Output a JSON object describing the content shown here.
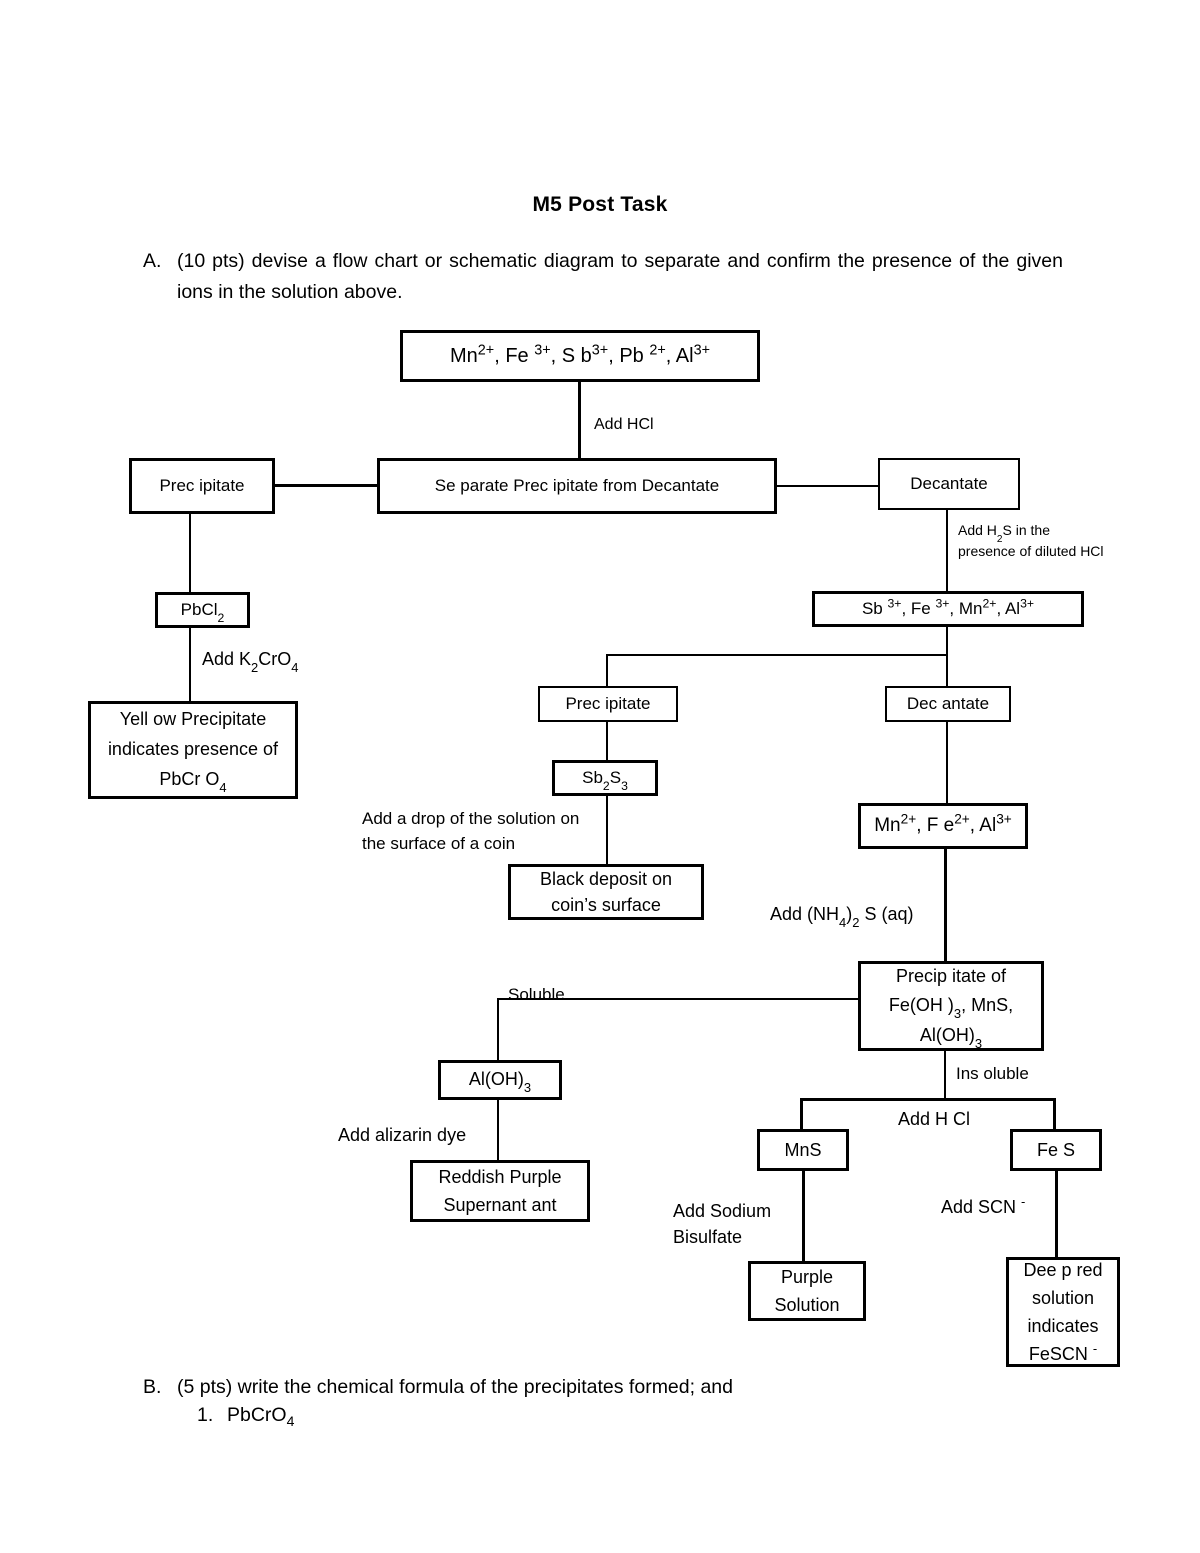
{
  "document": {
    "title": "M5 Post Task",
    "question_a": {
      "label": "A.",
      "text": "(10 pts) devise a flow chart or schematic diagram to separate and confirm the presence of the given ions in the solution above."
    },
    "question_b": {
      "label": "B.",
      "text": "(5 pts) write the chemical formula of the precipitates formed; and",
      "item_number": "1.",
      "item_text": "PbCrO4"
    }
  },
  "flowchart": {
    "nodes": {
      "start_ions": "Mn2+, Fe 3+, S b3+, Pb 2+, Al3+",
      "separate": "Se parate Prec ipitate from Decantate",
      "precipitate_1": "Prec ipitate",
      "decantate_1": "Decantate",
      "pbcl2": "PbCl2",
      "yellow_precipitate": "Yell ow Precipitate indicates presence of PbCr O4",
      "sb_fe_mn_al": "Sb 3+, Fe 3+, Mn2+, Al3+",
      "precipitate_2": "Prec ipitate",
      "decantate_2": "Dec antate",
      "sb2s3": "Sb2S3",
      "black_deposit": "Black deposit on coin's surface",
      "mn_fe_al": "Mn2+, F e2+, Al3+",
      "precipitate_of": "Precip itate of Fe(OH )3, MnS, Al(OH)3",
      "aloh3": "Al(OH)3",
      "reddish_purple": "Reddish Purple Supernant ant",
      "mns": "MnS",
      "fes": "Fe S",
      "purple_solution": "Purple Solution",
      "deep_red": "Dee p red solution indicates FeSCN -"
    },
    "edges": {
      "add_hcl_top": "Add HCl",
      "add_h2s": "Add H2S in the presence of diluted HCl",
      "add_k2cro4": "Add K2CrO4",
      "add_drop_coin": "Add a drop of the solution on the surface of a coin",
      "add_nh42s": "Add (NH4)2S (aq)",
      "soluble": "Soluble",
      "insoluble": "Ins oluble",
      "add_hcl_lower": "Add H Cl",
      "add_alizarin": "Add alizarin dye",
      "add_sodium_bisulfate": "Add Sodium Bisulfate",
      "add_scn": "Add SCN -"
    }
  },
  "colors": {
    "ink": "#000000",
    "paper": "#ffffff"
  }
}
